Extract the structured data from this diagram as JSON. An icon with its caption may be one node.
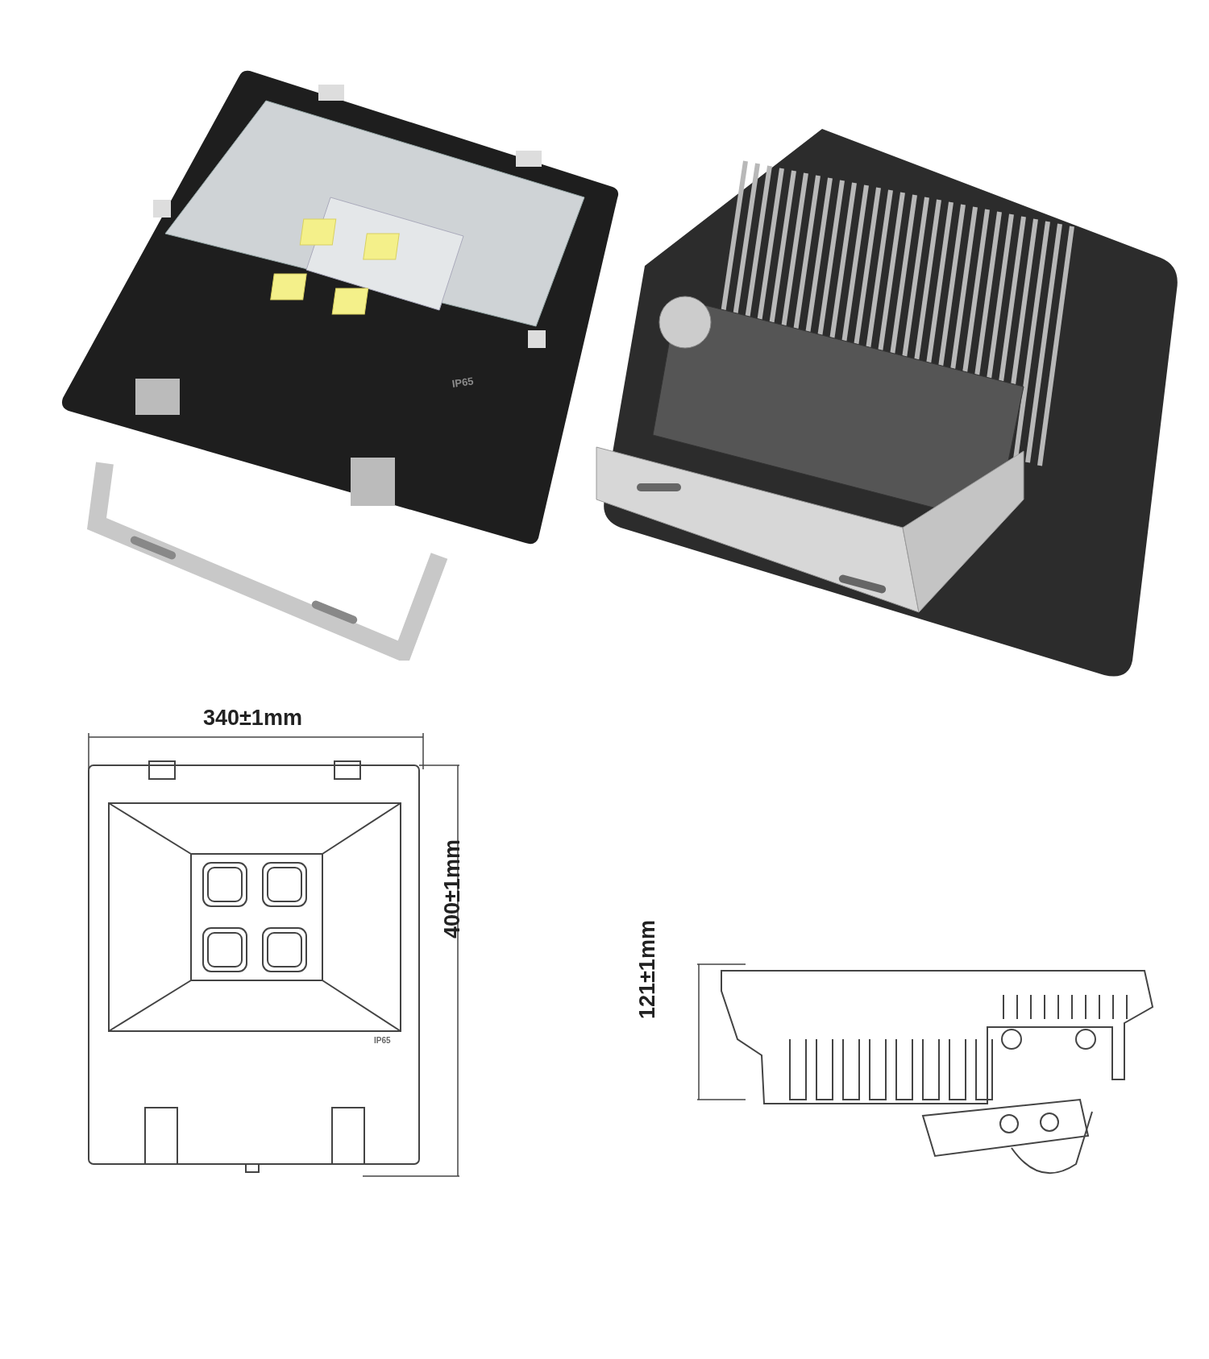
{
  "diagram": {
    "labels": [
      "IP65",
      "340±1mm",
      "400±1mm",
      "121±1mm",
      "IP65"
    ]
  }
}
